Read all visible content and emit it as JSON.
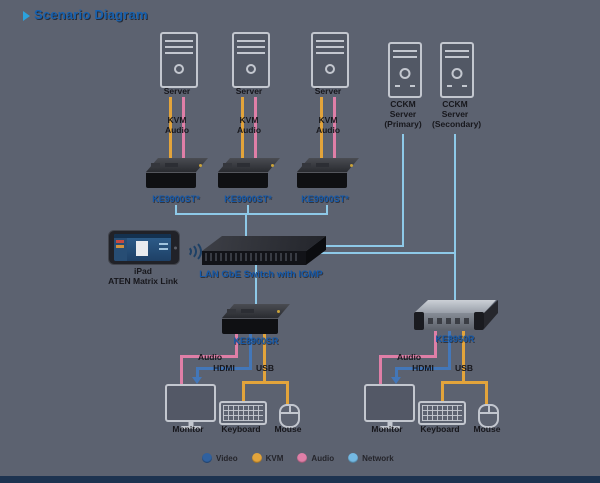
{
  "title": {
    "text": "Scenario Diagram"
  },
  "servers": [
    {
      "label": "Server",
      "kvm": "KVM",
      "audio": "Audio",
      "model": "KE9900ST*"
    },
    {
      "label": "Server",
      "kvm": "KVM",
      "audio": "Audio",
      "model": "KE9900ST*"
    },
    {
      "label": "Server",
      "kvm": "KVM",
      "audio": "Audio",
      "model": "KE9900ST*"
    }
  ],
  "cckm_servers": [
    {
      "label": "CCKM Server (Primary)"
    },
    {
      "label": "CCKM Server (Secondary)"
    }
  ],
  "ipad": {
    "line1": "iPad",
    "line2": "ATEN Matrix Link"
  },
  "network_switch": {
    "label": "LAN GbE Switch with IGMP"
  },
  "stations": [
    {
      "model": "KE8900SR",
      "audio": "Audio",
      "hdmi": "HDMI",
      "usb": "USB",
      "monitor": "Monitor",
      "keyboard": "Keyboard",
      "mouse": "Mouse"
    },
    {
      "model": "KE8950R",
      "audio": "Audio",
      "hdmi": "HDMI",
      "usb": "USB",
      "monitor": "Monitor",
      "keyboard": "Keyboard",
      "mouse": "Mouse"
    }
  ],
  "legend": [
    {
      "label": "Video",
      "color": "#30619f"
    },
    {
      "label": "KVM",
      "color": "#e3a43b"
    },
    {
      "label": "Audio",
      "color": "#df7fa7"
    },
    {
      "label": "Network",
      "color": "#74b9e3"
    }
  ]
}
